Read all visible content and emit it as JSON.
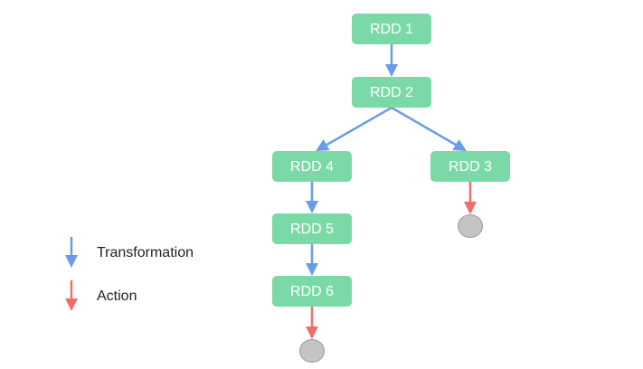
{
  "colors": {
    "node_fill": "#7bd9a7",
    "node_text": "#ffffff",
    "transformation_arrow": "#6a9be6",
    "action_arrow": "#ef6e6a",
    "result_fill": "#c4c4c4",
    "result_stroke": "#9a9a9a"
  },
  "nodes": [
    {
      "id": "rdd1",
      "label": "RDD 1"
    },
    {
      "id": "rdd2",
      "label": "RDD 2"
    },
    {
      "id": "rdd3",
      "label": "RDD 3"
    },
    {
      "id": "rdd4",
      "label": "RDD 4"
    },
    {
      "id": "rdd5",
      "label": "RDD 5"
    },
    {
      "id": "rdd6",
      "label": "RDD 6"
    }
  ],
  "results": [
    {
      "id": "result3"
    },
    {
      "id": "result6"
    }
  ],
  "edges": [
    {
      "from": "rdd1",
      "to": "rdd2",
      "kind": "transformation"
    },
    {
      "from": "rdd2",
      "to": "rdd4",
      "kind": "transformation"
    },
    {
      "from": "rdd2",
      "to": "rdd3",
      "kind": "transformation"
    },
    {
      "from": "rdd4",
      "to": "rdd5",
      "kind": "transformation"
    },
    {
      "from": "rdd5",
      "to": "rdd6",
      "kind": "transformation"
    },
    {
      "from": "rdd3",
      "to": "result3",
      "kind": "action"
    },
    {
      "from": "rdd6",
      "to": "result6",
      "kind": "action"
    }
  ],
  "legend": {
    "transformation_label": "Transformation",
    "action_label": "Action"
  }
}
